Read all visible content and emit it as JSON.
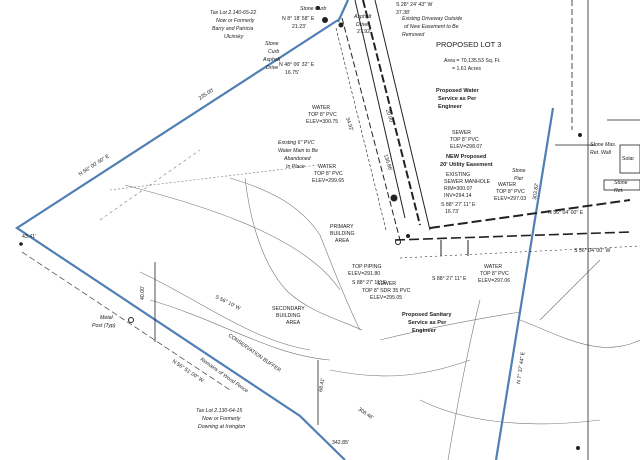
{
  "title": "PROPOSED LOT 3",
  "area": [
    "Area = 70,135.53 Sq. Ft.",
    "= 1.61 Acres"
  ],
  "boundary": {
    "nw_bearing": "N 56° 00' 00\" E",
    "nw_distance": "235.00'",
    "sw_bearing": "N 56° 51' 00\" W",
    "south_distance": "342.85'",
    "east_bearing": "N 7° 37' 44\" E",
    "east_distance": "303.82'",
    "partial_dist_1": "43.41'",
    "partial_dist_2": "306.46'"
  },
  "neighbors": {
    "north": [
      "Tax Lot 2.140-65-22",
      "Now or Formerly",
      "Barry and Patricia",
      "Ulcinsky"
    ],
    "south": [
      "Tax Lot 2.130-64-15",
      "Now or Formerly",
      "Downing at Irvington"
    ]
  },
  "labels": {
    "stone_curb": "Stone Curb",
    "stone_curb_asphalt": [
      "Stone",
      "Curb",
      "Asphalt",
      "Drive"
    ],
    "asphalt_drive": [
      "Asphalt",
      "Drive"
    ],
    "driveway_note": [
      "Existing Driveway Outside",
      "of New Easement to Be",
      "Removed"
    ],
    "water_service": [
      "Proposed Water",
      "Service as Per",
      "Engineer"
    ],
    "existing_pvc": [
      "Existing 6\" PVC",
      "Water Main to Be",
      "Abandoned",
      "In Place"
    ],
    "water_1": [
      "WATER",
      "TOP 8\" PVC",
      "ELEV=300.75"
    ],
    "water_2": [
      "WATER",
      "TOP 8\" PVC",
      "ELEV=299.65"
    ],
    "water_3": [
      "WATER",
      "TOP 8\" PVC",
      "ELEV=297.03"
    ],
    "water_4": [
      "WATER",
      "TOP 8\" PVC",
      "ELEV=297.06"
    ],
    "sewer_top": [
      "SEWER",
      "TOP 8\" PVC",
      "ELEV=298.07"
    ],
    "utility_easement": [
      "NEW Proposed",
      "20' Utility Easement"
    ],
    "manhole": [
      "EXISTING",
      "SEWER MANHOLE",
      "RIM=300.07",
      "INV=294.14"
    ],
    "primary_area": [
      "PRIMARY",
      "BUILDING",
      "AREA"
    ],
    "secondary_area": [
      "SECONDARY",
      "BUILDING",
      "AREA"
    ],
    "top_piping": [
      "TOP PIPING",
      "ELEV=291.80"
    ],
    "sewer_bottom": [
      "SEWER",
      "TOP 8\" SDR 35 PVC",
      "ELEV=295.05"
    ],
    "sanitary": [
      "Proposed Sanitary",
      "Service as Per",
      "Engineer"
    ],
    "conservation": "CONSERVATION BUFFER",
    "fence": "Remains of Wood Fence",
    "metal_post": [
      "Metal",
      "Post (Typ)"
    ],
    "stone_pier": [
      "Stone",
      "Pier"
    ],
    "stone_mas": [
      "Stone Mas.",
      "Ret. Wall"
    ],
    "stone_right": [
      "Stone",
      "Ret."
    ],
    "side_box": "Solar",
    "dim_40": "40.00'",
    "dim_68": "68.41'",
    "brg_top1": "S 28° 24' 43\" W",
    "brg_top2": "37.38'",
    "brg_a1": "N 8° 18' 58\" E",
    "brg_a2": "21.23'",
    "brg_b1": "N 48° 06' 32\" E",
    "brg_b2": "16.75'",
    "brg_c1": "S 88° 27' 11\" E",
    "brg_c2": "16.73'",
    "brg_d": "S 88° 27' 11\" E",
    "brg_e": "S 88° 27' 11\" E",
    "brg_n56": "N 56° 04' 00\" E",
    "brg_s56": "S 56° 04' 00\" W",
    "brg_s56b": "S 56° 10' W",
    "val_34": "34.92'",
    "val_130": "130.86'",
    "val_20": "20.00'",
    "val_2792": "27.92'"
  }
}
